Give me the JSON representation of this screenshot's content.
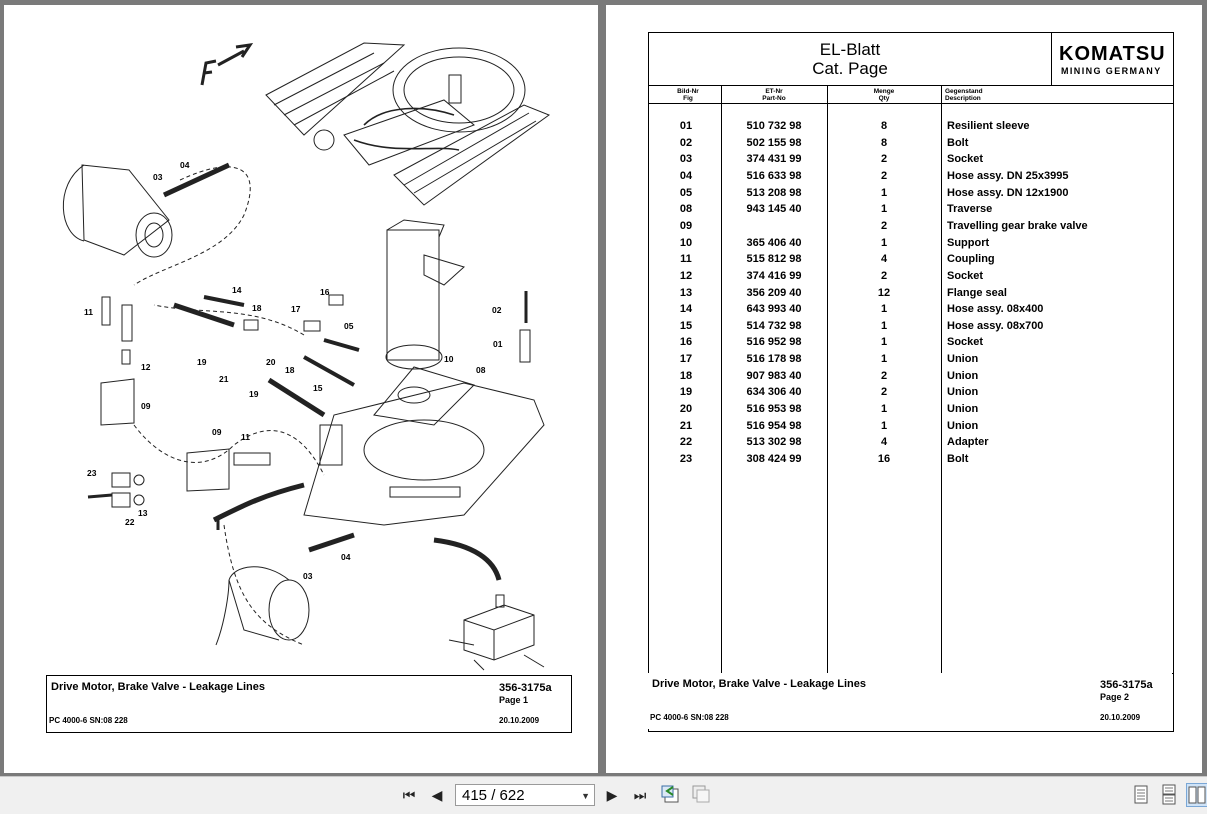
{
  "viewer": {
    "page_display": "415 / 622",
    "icons": [
      "first-page-icon",
      "previous-page-icon",
      "next-page-icon",
      "last-page-icon",
      "previous-view-icon",
      "next-view-icon",
      "single-page-view-icon",
      "continuous-view-icon",
      "two-page-view-icon"
    ]
  },
  "left_page": {
    "callouts": [
      "03",
      "04",
      "11",
      "12",
      "09",
      "14",
      "18",
      "17",
      "16",
      "05",
      "02",
      "01",
      "19",
      "21",
      "20",
      "18",
      "15",
      "10",
      "08",
      "19",
      "09",
      "11",
      "23",
      "22",
      "13",
      "03",
      "04"
    ],
    "title_block": {
      "description": "Drive Motor, Brake Valve - Leakage Lines",
      "doc_no": "356-3175a",
      "page": "Page 1",
      "machine": "PC 4000-6 SN:08 228",
      "date": "20.10.2009"
    }
  },
  "right_page": {
    "title_line1": "EL-Blatt",
    "title_line2": "Cat. Page",
    "logo_text": "KOMATSU",
    "logo_sub": "MINING GERMANY",
    "columns": [
      {
        "de": "Bild-Nr",
        "en": "Fig"
      },
      {
        "de": "ET-Nr",
        "en": "Part-No"
      },
      {
        "de": "Menge",
        "en": "Qty"
      },
      {
        "de": "Gegenstand",
        "en": "Description"
      }
    ],
    "parts": [
      {
        "fig": "01",
        "part": "510 732 98",
        "qty": "8",
        "desc": "Resilient sleeve"
      },
      {
        "fig": "02",
        "part": "502 155 98",
        "qty": "8",
        "desc": "Bolt"
      },
      {
        "fig": "03",
        "part": "374 431 99",
        "qty": "2",
        "desc": "Socket"
      },
      {
        "fig": "04",
        "part": "516 633 98",
        "qty": "2",
        "desc": "Hose assy. DN 25x3995"
      },
      {
        "fig": "05",
        "part": "513 208 98",
        "qty": "1",
        "desc": "Hose assy. DN 12x1900"
      },
      {
        "fig": "08",
        "part": "943 145 40",
        "qty": "1",
        "desc": "Traverse"
      },
      {
        "fig": "09",
        "part": "",
        "qty": "2",
        "desc": "Travelling gear brake valve"
      },
      {
        "fig": "10",
        "part": "365 406 40",
        "qty": "1",
        "desc": "Support"
      },
      {
        "fig": "11",
        "part": "515 812 98",
        "qty": "4",
        "desc": "Coupling"
      },
      {
        "fig": "12",
        "part": "374 416 99",
        "qty": "2",
        "desc": "Socket"
      },
      {
        "fig": "13",
        "part": "356 209 40",
        "qty": "12",
        "desc": "Flange seal"
      },
      {
        "fig": "14",
        "part": "643 993 40",
        "qty": "1",
        "desc": "Hose assy. 08x400"
      },
      {
        "fig": "15",
        "part": "514 732 98",
        "qty": "1",
        "desc": "Hose assy. 08x700"
      },
      {
        "fig": "16",
        "part": "516 952 98",
        "qty": "1",
        "desc": "Socket"
      },
      {
        "fig": "17",
        "part": "516 178 98",
        "qty": "1",
        "desc": "Union"
      },
      {
        "fig": "18",
        "part": "907 983 40",
        "qty": "2",
        "desc": "Union"
      },
      {
        "fig": "19",
        "part": "634 306 40",
        "qty": "2",
        "desc": "Union"
      },
      {
        "fig": "20",
        "part": "516 953 98",
        "qty": "1",
        "desc": "Union"
      },
      {
        "fig": "21",
        "part": "516 954 98",
        "qty": "1",
        "desc": "Union"
      },
      {
        "fig": "22",
        "part": "513 302 98",
        "qty": "4",
        "desc": "Adapter"
      },
      {
        "fig": "23",
        "part": "308 424 99",
        "qty": "16",
        "desc": "Bolt"
      }
    ],
    "title_block": {
      "description": "Drive Motor, Brake Valve - Leakage Lines",
      "doc_no": "356-3175a",
      "page": "Page 2",
      "machine": "PC 4000-6 SN:08 228",
      "date": "20.10.2009"
    }
  }
}
